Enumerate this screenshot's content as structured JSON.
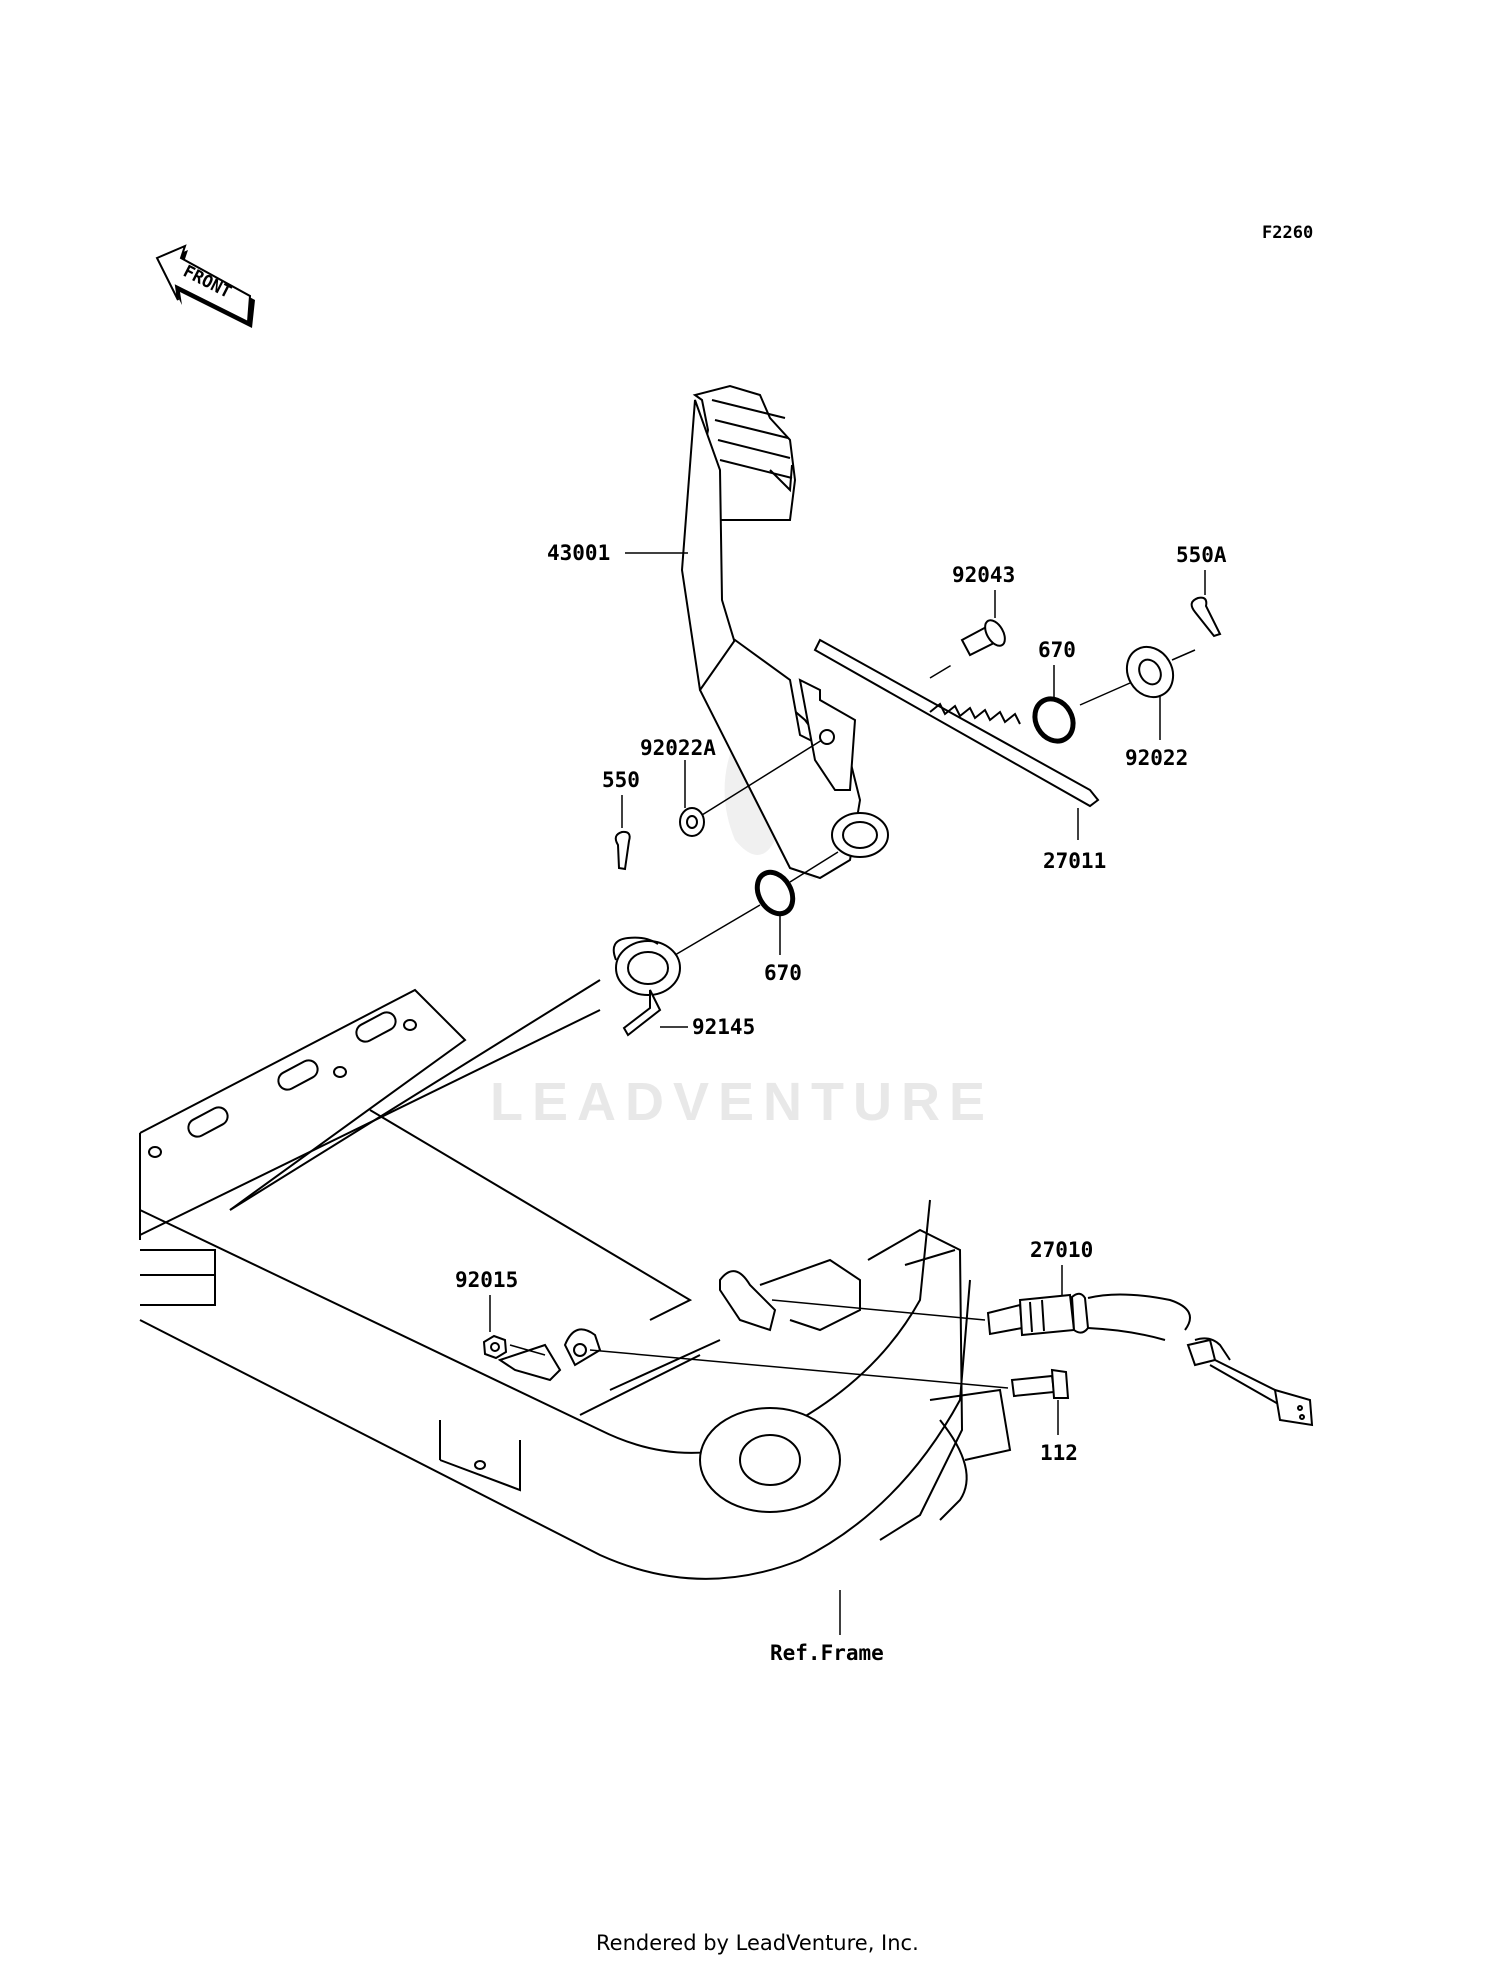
{
  "diagram": {
    "code": "F2260",
    "front_label": "FRONT",
    "watermark": "LEADVENTURE",
    "footer": "Rendered by LeadVenture, Inc.",
    "labels": {
      "p43001": "43001",
      "p92043": "92043",
      "p550A": "550A",
      "p670_upper": "670",
      "p92022": "92022",
      "p92022A": "92022A",
      "p550": "550",
      "p27011": "27011",
      "p670_lower": "670",
      "p92145": "92145",
      "p92015": "92015",
      "p27010": "27010",
      "p112": "112",
      "ref_frame": "Ref.Frame"
    }
  }
}
